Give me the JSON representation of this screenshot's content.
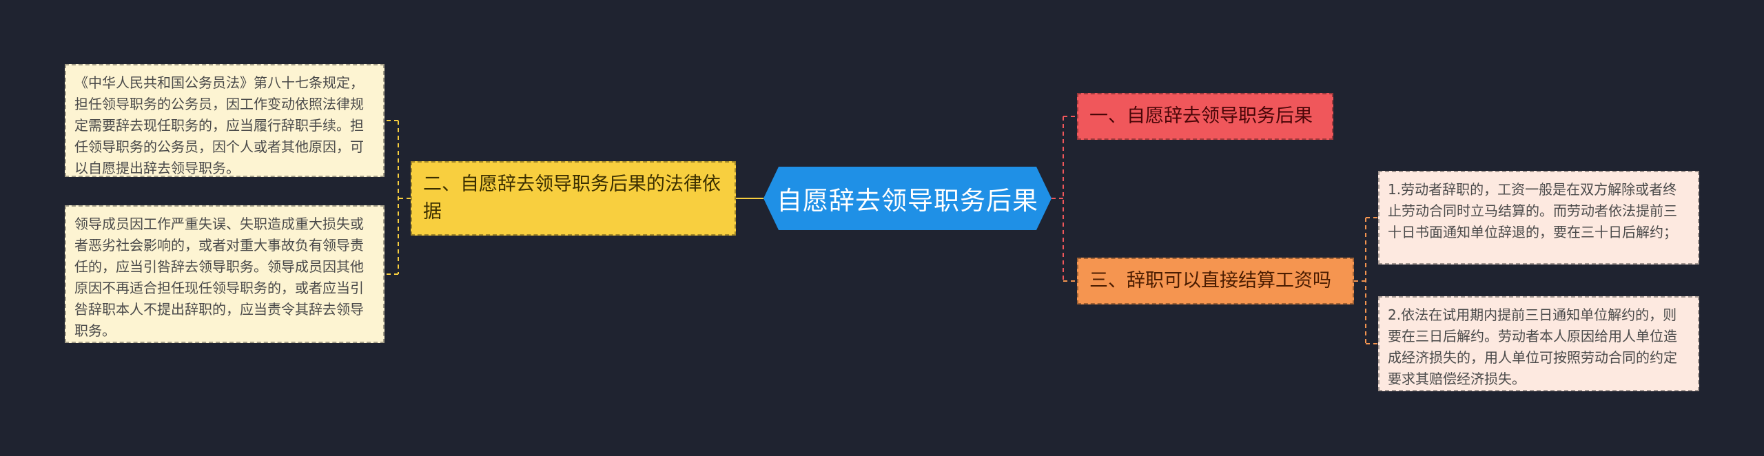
{
  "colors": {
    "background": "#1f2330",
    "central": "#1f90e6",
    "branch_left": "#f8cf3f",
    "branch_right_1": "#f0575b",
    "branch_right_3": "#f59550",
    "leaf_left": "#fdf4d2",
    "leaf_right": "#fde9e0"
  },
  "mindmap": {
    "central": "自愿辞去领导职务后果",
    "left_branch": {
      "label": "二、自愿辞去领导职务后果的法律依据",
      "leaves": [
        "《中华人民共和国公务员法》第八十七条规定，担任领导职务的公务员，因工作变动依照法律规定需要辞去现任职务的，应当履行辞职手续。担任领导职务的公务员，因个人或者其他原因，可以自愿提出辞去领导职务。",
        "领导成员因工作严重失误、失职造成重大损失或者恶劣社会影响的，或者对重大事故负有领导责任的，应当引咎辞去领导职务。领导成员因其他原因不再适合担任现任领导职务的，或者应当引咎辞职本人不提出辞职的，应当责令其辞去领导职务。"
      ]
    },
    "right_branches": [
      {
        "label": "一、自愿辞去领导职务后果",
        "leaves": []
      },
      {
        "label": "三、辞职可以直接结算工资吗",
        "leaves": [
          "1.劳动者辞职的，工资一般是在双方解除或者终止劳动合同时立马结算的。而劳动者依法提前三十日书面通知单位辞退的，要在三十日后解约；",
          "2.依法在试用期内提前三日通知单位解约的，则要在三日后解约。劳动者本人原因给用人单位造成经济损失的，用人单位可按照劳动合同的约定要求其赔偿经济损失。"
        ]
      }
    ]
  }
}
